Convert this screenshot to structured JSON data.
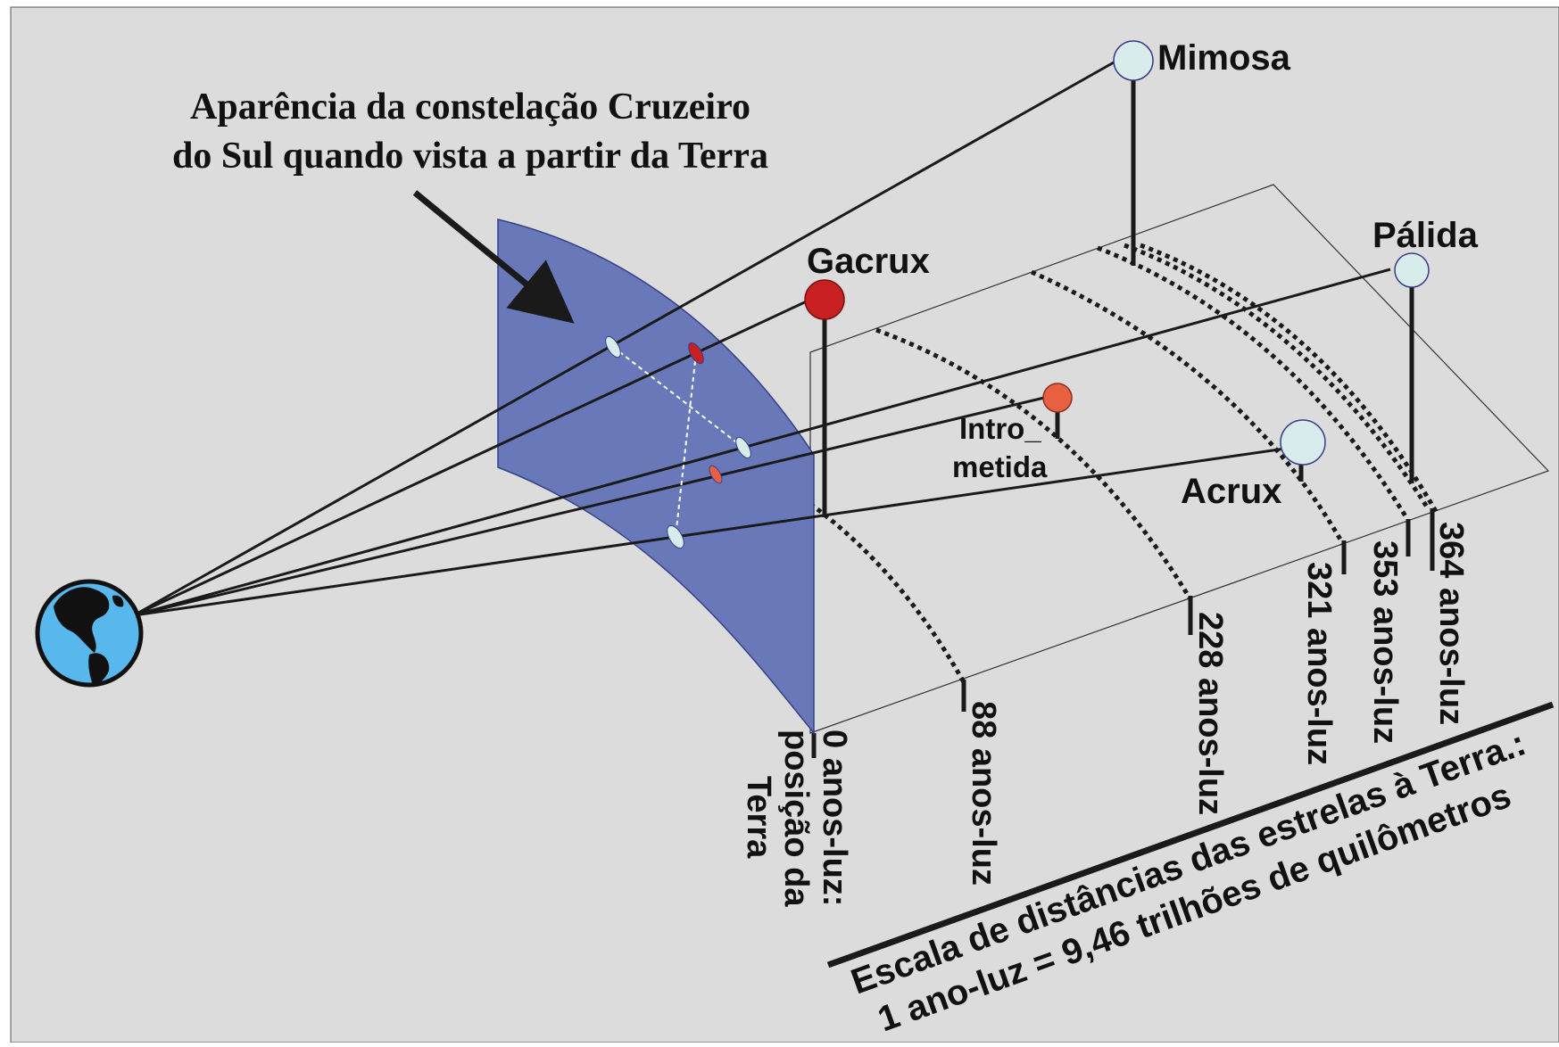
{
  "title_lines": [
    "Aparência da constelação Cruzeiro",
    "do Sul quando vista a partir da Terra"
  ],
  "stars": {
    "mimosa": "Mimosa",
    "palida": "Pálida",
    "gacrux": "Gacrux",
    "intrometida_line1": "Intro_",
    "intrometida_line2": "metida",
    "acrux": "Acrux"
  },
  "distances": {
    "d0_line1": "0 anos-luz:",
    "d0_line2": "posição da",
    "d0_line3": "Terra",
    "d88": "88 anos-luz",
    "d228": "228 anos-luz",
    "d321": "321 anos-luz",
    "d353": "353 anos-luz",
    "d364": "364 anos-luz"
  },
  "scale_lines": [
    "Escala de distâncias das estrelas à Terra.:",
    "1 ano-luz = 9,46 trilhões de quilômetros"
  ],
  "colors": {
    "background": "#dcdcdc",
    "projection_plane": "#6878b8",
    "star_blue": "#d8ecec",
    "star_red": "#c82020",
    "star_orange": "#e86040",
    "earth_ocean": "#58b8ee"
  },
  "icons": {
    "earth": "earth-globe-icon"
  }
}
